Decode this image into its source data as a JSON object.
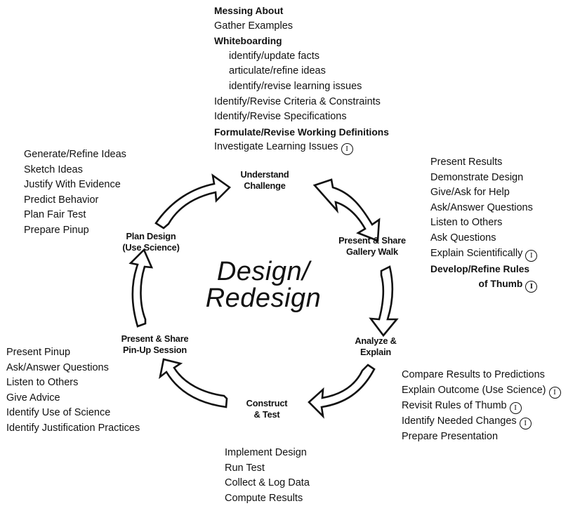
{
  "title": [
    "Design/",
    "Redesign"
  ],
  "nodes": {
    "understand": [
      "Understand",
      "Challenge"
    ],
    "gallery": [
      "Present & Share",
      "Gallery Walk"
    ],
    "analyze": [
      "Analyze &",
      "Explain"
    ],
    "construct": [
      "Construct",
      "& Test"
    ],
    "pinup": [
      "Present & Share",
      "Pin-Up Session"
    ],
    "plan": [
      "Plan Design",
      "(Use Science)"
    ]
  },
  "badge_glyph": "I",
  "lists": {
    "understand": [
      {
        "text": "Messing About",
        "style": "bold"
      },
      {
        "text": "Gather Examples",
        "style": "normal"
      },
      {
        "text": "Whiteboarding",
        "style": "bold"
      },
      {
        "text": "identify/update facts",
        "style": "indent"
      },
      {
        "text": "articulate/refine ideas",
        "style": "indent"
      },
      {
        "text": "identify/revise learning issues",
        "style": "indent"
      },
      {
        "text": "Identify/Revise Criteria & Constraints",
        "style": "normal"
      },
      {
        "text": "Identify/Revise Specifications",
        "style": "normal"
      },
      {
        "text": "Formulate/Revise Working Definitions",
        "style": "bold"
      },
      {
        "text": "Investigate Learning Issues",
        "style": "normal",
        "badge": true
      }
    ],
    "plan": [
      {
        "text": "Generate/Refine Ideas",
        "style": "normal"
      },
      {
        "text": "Sketch Ideas",
        "style": "normal"
      },
      {
        "text": "Justify With Evidence",
        "style": "normal"
      },
      {
        "text": "Predict Behavior",
        "style": "normal"
      },
      {
        "text": "Plan Fair Test",
        "style": "normal"
      },
      {
        "text": "Prepare Pinup",
        "style": "normal"
      }
    ],
    "gallery": [
      {
        "text": "Present Results",
        "style": "normal"
      },
      {
        "text": "Demonstrate Design",
        "style": "normal"
      },
      {
        "text": "Give/Ask for Help",
        "style": "normal"
      },
      {
        "text": "Ask/Answer Questions",
        "style": "normal"
      },
      {
        "text": "Listen to Others",
        "style": "normal"
      },
      {
        "text": "Ask Questions",
        "style": "normal"
      },
      {
        "text": "Explain Scientifically",
        "style": "normal",
        "badge": true
      },
      {
        "text": "Develop/Refine Rules",
        "style": "bold"
      },
      {
        "text": "of Thumb",
        "style": "bold right",
        "badge": true
      }
    ],
    "pinup": [
      {
        "text": "Present Pinup",
        "style": "normal"
      },
      {
        "text": "Ask/Answer Questions",
        "style": "normal"
      },
      {
        "text": "Listen to Others",
        "style": "normal"
      },
      {
        "text": "Give Advice",
        "style": "normal"
      },
      {
        "text": "Identify Use of Science",
        "style": "normal"
      },
      {
        "text": "Identify Justification Practices",
        "style": "normal"
      }
    ],
    "analyze": [
      {
        "text": "Compare Results to Predictions",
        "style": "normal"
      },
      {
        "text": "Explain Outcome (Use Science)",
        "style": "normal",
        "badge": true
      },
      {
        "text": "Revisit Rules of Thumb",
        "style": "normal",
        "badge": true
      },
      {
        "text": "Identify Needed Changes",
        "style": "normal",
        "badge": true
      },
      {
        "text": "Prepare Presentation",
        "style": "normal"
      }
    ],
    "construct": [
      {
        "text": "Implement Design",
        "style": "normal"
      },
      {
        "text": "Run Test",
        "style": "normal"
      },
      {
        "text": "Collect & Log Data",
        "style": "normal"
      },
      {
        "text": "Compute Results",
        "style": "normal"
      }
    ]
  }
}
